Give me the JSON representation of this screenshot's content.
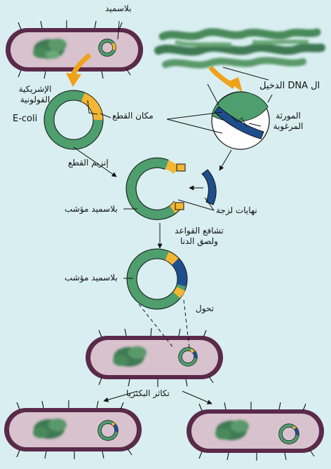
{
  "labels": {
    "plasmid": "بلاسميد",
    "ecoli_ar_line1": "الإشريكية",
    "ecoli_ar_line2": "القولونية",
    "ecoli_en": "E-coli",
    "foreign_dna": "ال DNA الدخيل",
    "desired_gene_line1": "المورثة",
    "desired_gene_line2": "المرغوبة",
    "cut_site": "مكان القطع",
    "restriction_enzyme": "إنزيم القطع",
    "sticky_ends": "نهايات لزجة",
    "recombinant_plasmid_1": "بلاسميد مؤشب",
    "ligation_line1": "تشافع القواعد",
    "ligation_line2": "ولصق الدنا",
    "recombinant_plasmid_2": "بلاسميد مؤشب",
    "transformation": "تحول",
    "bacteria_multiplication": "تكاثر البكتريا"
  },
  "colors": {
    "background": "#d9eef1",
    "cell_wall": "#5a2a4a",
    "cell_fill": "#d8c2cd",
    "plasmid_green": "#4e9e6e",
    "cut_site_yellow": "#f2b632",
    "gene_blue": "#1f4e8c",
    "dna_cloud": "#4a8a5a",
    "arrow_orange": "#f0a21a"
  }
}
